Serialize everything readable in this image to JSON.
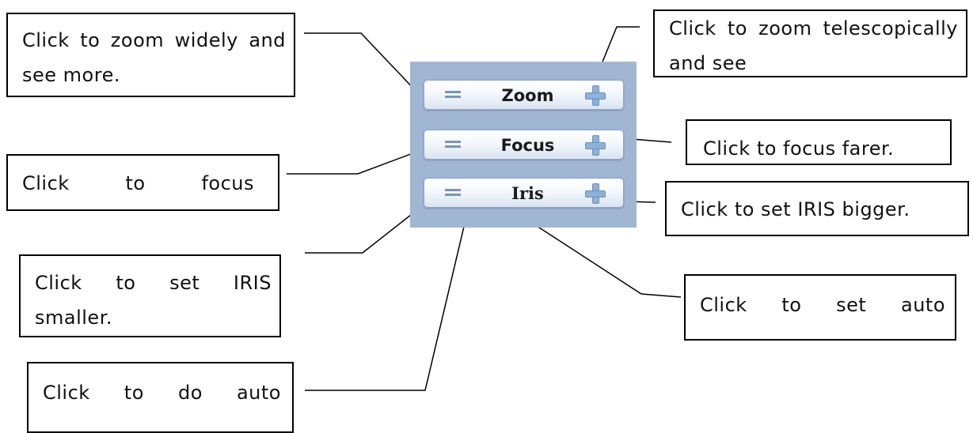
{
  "panel": {
    "controls": [
      {
        "label": "Zoom",
        "minus_icon": "minus-icon",
        "plus_icon": "plus-icon"
      },
      {
        "label": "Focus",
        "minus_icon": "minus-icon",
        "plus_icon": "plus-icon"
      },
      {
        "label": "Iris",
        "minus_icon": "minus-icon",
        "plus_icon": "plus-icon"
      }
    ]
  },
  "callouts": {
    "zoom_wide": "Click to zoom widely and see more.",
    "zoom_tele": "Click to zoom telescopically and see",
    "focus_far": "Click to focus farer.",
    "focus_near": "Click to focus",
    "iris_bigger": "Click to set IRIS bigger.",
    "iris_smaller": "Click to set IRIS smaller.",
    "iris_auto": "Click to set auto",
    "focus_auto": "Click to do auto"
  },
  "colors": {
    "panel_bg": "#a1b6d3",
    "plus_icon": "#8fb0d8",
    "minus_icon": "#7d94b3"
  }
}
